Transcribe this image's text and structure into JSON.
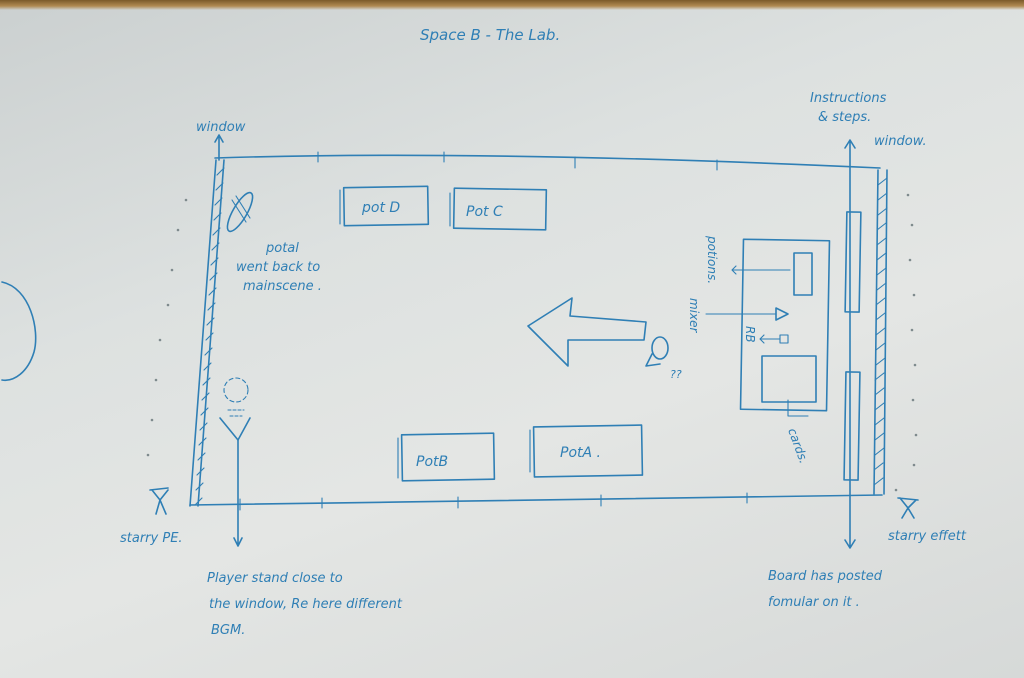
{
  "title": "Space B - The Lab.",
  "labels": {
    "window_left": "window",
    "window_right": "window.",
    "instructions_1": "Instructions",
    "instructions_2": "& steps.",
    "potal_1": "potal",
    "potal_2": "went back to",
    "potal_3": "mainscene .",
    "starry_left": "starry PE.",
    "starry_right": "starry effett",
    "player_1": "Player stand close to",
    "player_2": "the window, Re here different",
    "player_3": "BGM.",
    "board_1": "Board has posted",
    "board_2": "fomular on it .",
    "potions": "potions.",
    "mixer": "mixer",
    "rb": "RB",
    "cards": "cards.",
    "question": "??"
  },
  "pots": {
    "pot_d": "pot D",
    "pot_c": "Pot C",
    "pot_b": "PotB",
    "pot_a": "PotA ."
  }
}
